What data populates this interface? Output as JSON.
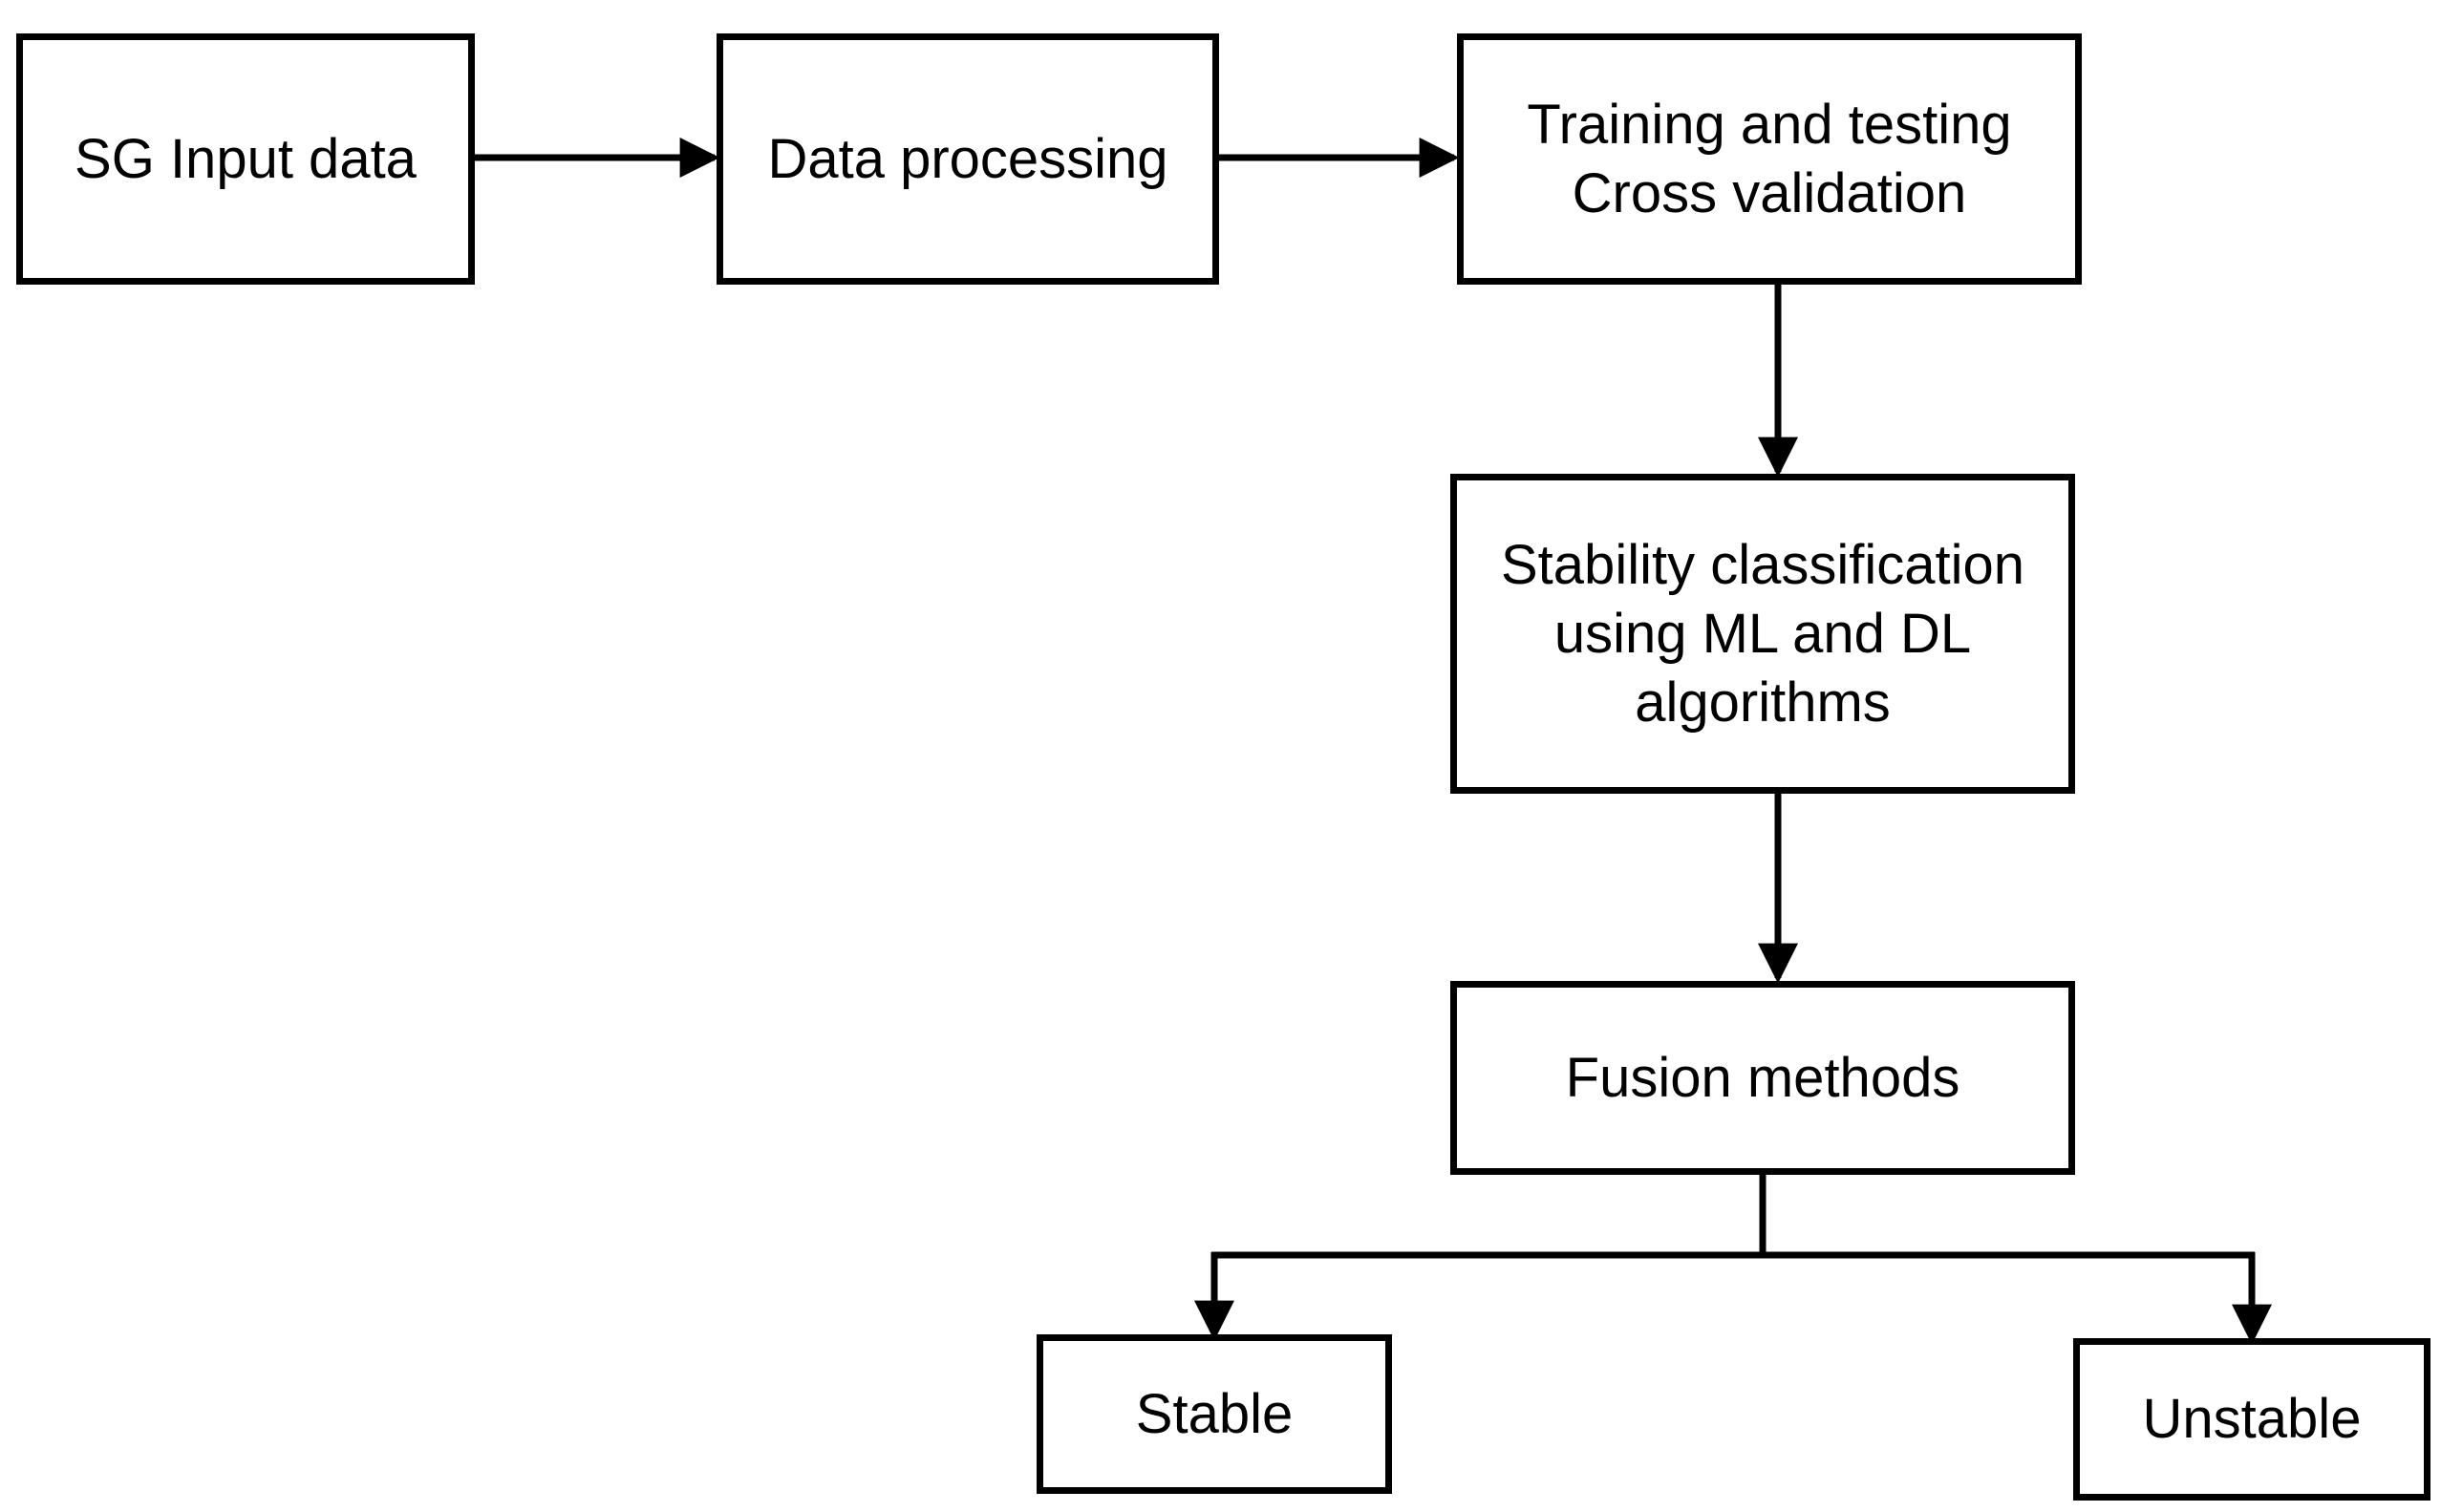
{
  "diagram": {
    "nodes": {
      "input": {
        "lines": [
          "SG Input data"
        ]
      },
      "processing": {
        "lines": [
          "Data processing"
        ]
      },
      "training": {
        "lines": [
          "Training and testing",
          "Cross validation"
        ]
      },
      "classification": {
        "lines": [
          "Stability classification",
          "using ML and DL",
          "algorithms"
        ]
      },
      "fusion": {
        "lines": [
          "Fusion methods"
        ]
      },
      "stable": {
        "lines": [
          "Stable"
        ]
      },
      "unstable": {
        "lines": [
          "Unstable"
        ]
      }
    },
    "edges": [
      {
        "from": "SG Input data",
        "to": "Data processing"
      },
      {
        "from": "Data processing",
        "to": "Training and testing Cross validation"
      },
      {
        "from": "Training and testing Cross validation",
        "to": "Stability classification using ML and DL algorithms"
      },
      {
        "from": "Stability classification using ML and DL algorithms",
        "to": "Fusion methods"
      },
      {
        "from": "Fusion methods",
        "to": "Stable"
      },
      {
        "from": "Fusion methods",
        "to": "Unstable"
      }
    ],
    "colors": {
      "stroke": "#000000",
      "fill": "#ffffff",
      "text": "#000000"
    }
  }
}
